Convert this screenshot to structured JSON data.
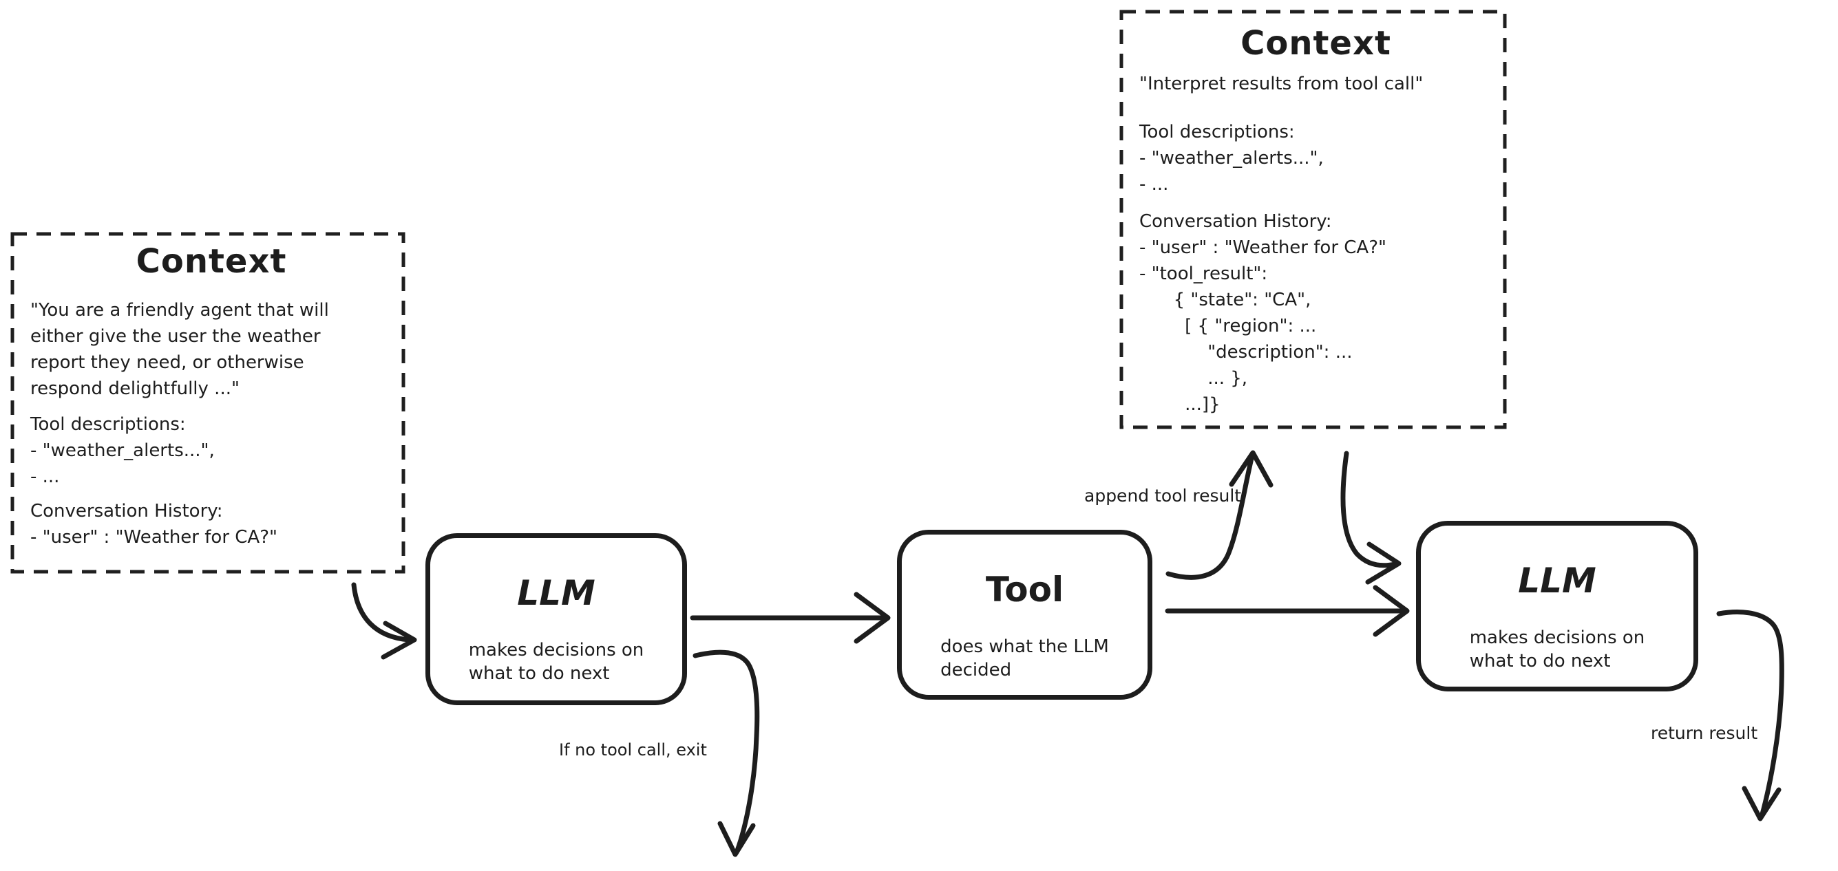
{
  "canvas": {
    "background": "#ffffff",
    "ink": "#1d1d1d"
  },
  "context_left": {
    "title": "Context",
    "body": "\"You are a friendly agent that will\neither give the user the weather\nreport they need, or otherwise\nrespond delightfully ...\"",
    "tools": "Tool descriptions:\n- \"weather_alerts...\",\n- ...",
    "history": "Conversation History:\n- \"user\" : \"Weather for CA?\""
  },
  "context_top": {
    "title": "Context",
    "body": "\"Interpret results from tool call\"",
    "tools": "Tool descriptions:\n- \"weather_alerts...\",\n- ...",
    "history": "Conversation History:\n- \"user\" : \"Weather for CA?\"\n- \"tool_result\":\n      { \"state\": \"CA\",\n        [ { \"region\": ...\n            \"description\": ...\n            ... },\n        ...]}"
  },
  "nodes": {
    "llm1": {
      "title": "LLM",
      "subtitle": "makes decisions on\nwhat to do next"
    },
    "tool": {
      "title": "Tool",
      "subtitle": "does what the LLM\ndecided"
    },
    "llm2": {
      "title": "LLM",
      "subtitle": "makes decisions on\nwhat to do next"
    }
  },
  "labels": {
    "append_tool_result": "append tool result",
    "no_tool_call_exit": "If no tool call, exit",
    "return_result": "return result"
  }
}
